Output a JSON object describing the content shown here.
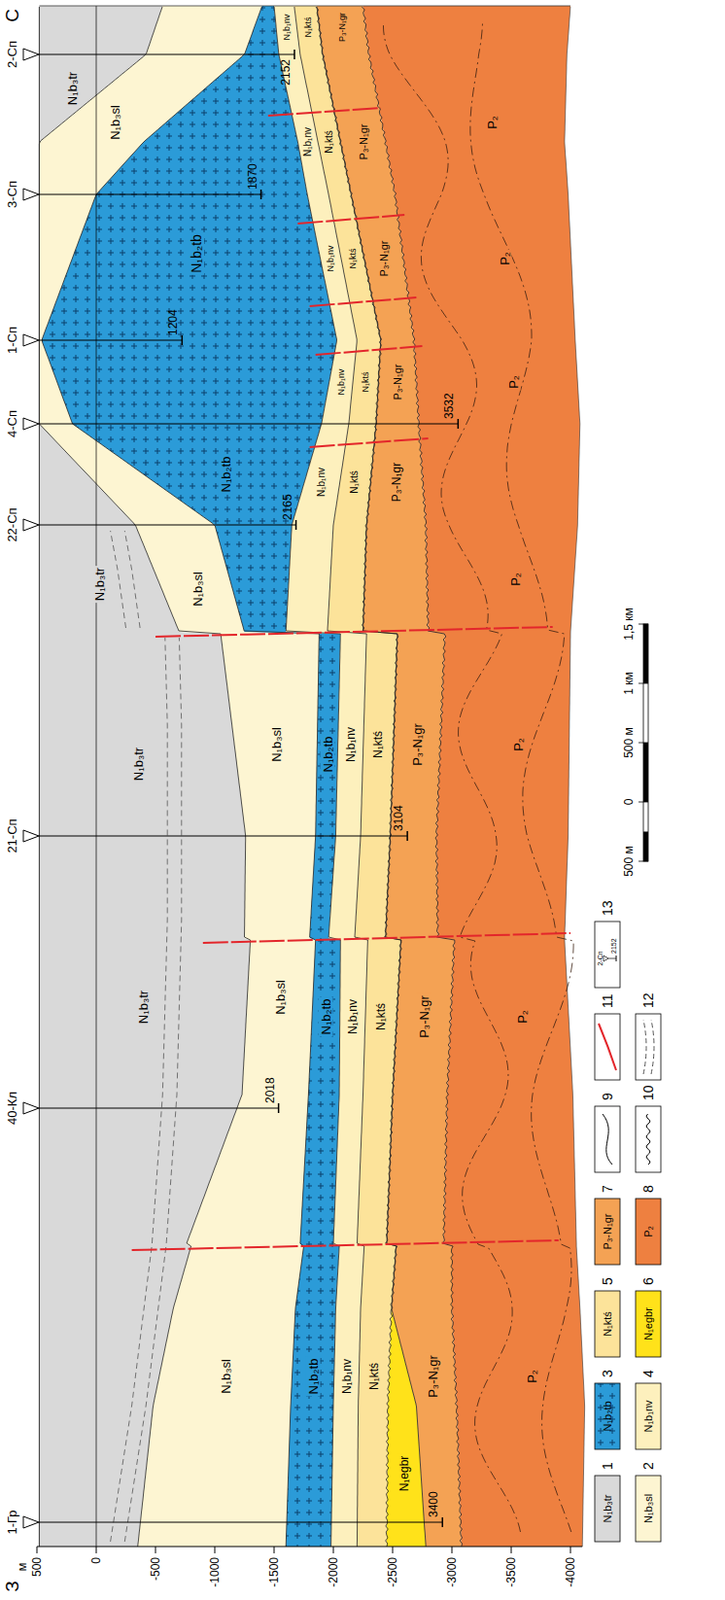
{
  "diagram": {
    "labels": [
      "З",
      "С",
      "м",
      "500",
      "0",
      "-500",
      "-1000",
      "-1500",
      "-2000",
      "-2500",
      "-3000",
      "-3500",
      "-4000",
      "1-Гр",
      "40-Кл",
      "21-Сп",
      "22-Сп",
      "4-Сп",
      "1-Сп",
      "3-Сп",
      "2-Сп",
      "3400",
      "2018",
      "3104",
      "2165",
      "3532",
      "1204",
      "1870",
      "2152",
      "N₁b₃tr",
      "N₁b₃tr",
      "N₁b₃tr",
      "N₁b₃tr",
      "N₁b₃sl",
      "N₁b₃sl",
      "N₁b₃sl",
      "N₁b₃sl",
      "N₁b₃sl",
      "N₁b₂tb",
      "N₁b₂tb",
      "N₁b₂tb",
      "N₁b₂tb",
      "N₁b₂tb",
      "N₁b₁nv",
      "N₁b₁nv",
      "N₁b₁nv",
      "N₁b₁nv",
      "N₁b₁nv",
      "N₁b₁nv",
      "N₁b₁nv",
      "N₁b₁nv",
      "N₁ktś",
      "N₁ktś",
      "N₁ktś",
      "N₁ktś",
      "N₁ktś",
      "N₁ktś",
      "N₁ktś",
      "N₁ktś",
      "P₃-N₁gr",
      "P₃-N₁gr",
      "P₃-N₁gr",
      "P₃-N₁gr",
      "P₃-N₁gr",
      "P₃-N₁gr",
      "P₃-N₁gr",
      "P₃-N₁gr",
      "N₁egbr",
      "P₂",
      "P₂",
      "P₂",
      "P₂",
      "P₂",
      "P₂",
      "P₂",
      "N₁b₃tr",
      "N₁b₃sl",
      "N₁b₂tb",
      "N₁b₁nv",
      "N₁ktś",
      "N₁egbr",
      "P₃-N₁gr",
      "P₂",
      "2-Сп",
      "2152",
      "500 м",
      "0",
      "500 м",
      "1 км",
      "1,5 км"
    ],
    "legend": [
      {
        "text": "1",
        "color": "#d9d9d9"
      },
      {
        "text": "2",
        "color": "#fdf5d2"
      },
      {
        "text": "3",
        "color": "#2b9bd8"
      },
      {
        "text": "4",
        "color": "#fdf0bd"
      },
      {
        "text": "5",
        "color": "#fce39a"
      },
      {
        "text": "6",
        "color": "#ffe21a"
      },
      {
        "text": "7",
        "color": "#f4a254"
      },
      {
        "text": "8",
        "color": "#ee8040"
      },
      {
        "text": "9"
      },
      {
        "text": "10"
      },
      {
        "text": "11"
      },
      {
        "text": "12"
      },
      {
        "text": "13"
      }
    ]
  }
}
